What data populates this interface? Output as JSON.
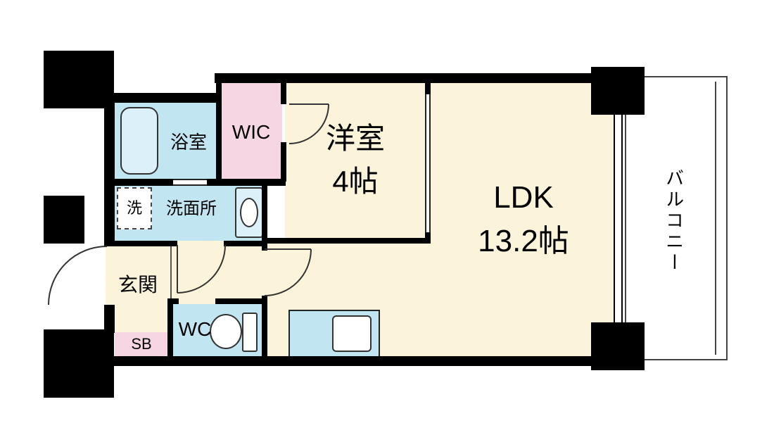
{
  "colors": {
    "wall": "#000000",
    "cream": "#fcf4da",
    "blue": "#c2e5f2",
    "blue-light": "#dcf0fa",
    "pink": "#f6d6e2",
    "line": "#333333"
  },
  "rooms": {
    "bath": {
      "label": "浴室"
    },
    "wic": {
      "label": "WIC"
    },
    "bedroom": {
      "label": "洋室",
      "size": "4帖"
    },
    "ldk": {
      "label": "LDK",
      "size": "13.2帖"
    },
    "balcony": {
      "label": "バルコニー"
    },
    "washroom": {
      "label": "洗面所"
    },
    "washer": {
      "label": "洗"
    },
    "entrance": {
      "label": "玄関"
    },
    "shoebox": {
      "label": "SB"
    },
    "wc": {
      "label": "WC"
    }
  }
}
